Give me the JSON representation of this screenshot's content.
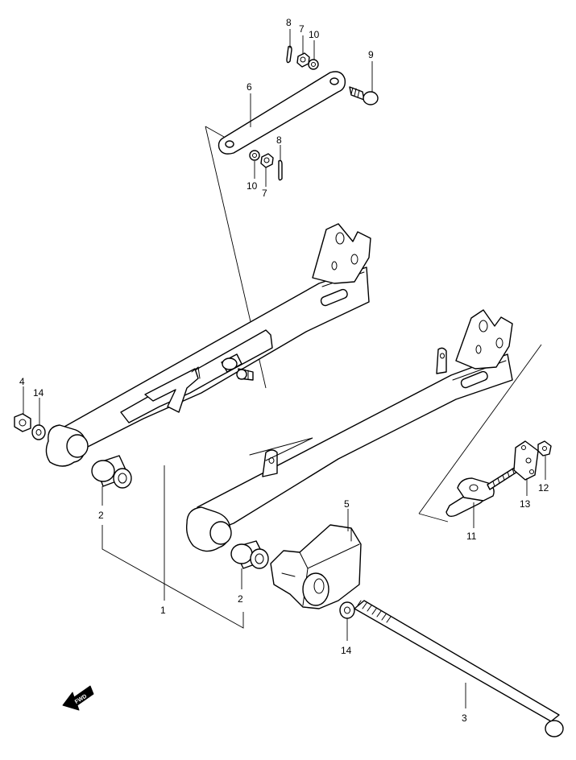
{
  "callouts": {
    "c8a": "8",
    "c7a": "7",
    "c10a": "10",
    "c9": "9",
    "c6": "6",
    "c8b": "8",
    "c10b": "10",
    "c7b": "7",
    "c4": "4",
    "c14a": "14",
    "c2a": "2",
    "c1": "1",
    "c2b": "2",
    "c5": "5",
    "c14b": "14",
    "c3": "3",
    "c11": "11",
    "c12": "12",
    "c13": "13"
  },
  "fwd_label": "FWD"
}
